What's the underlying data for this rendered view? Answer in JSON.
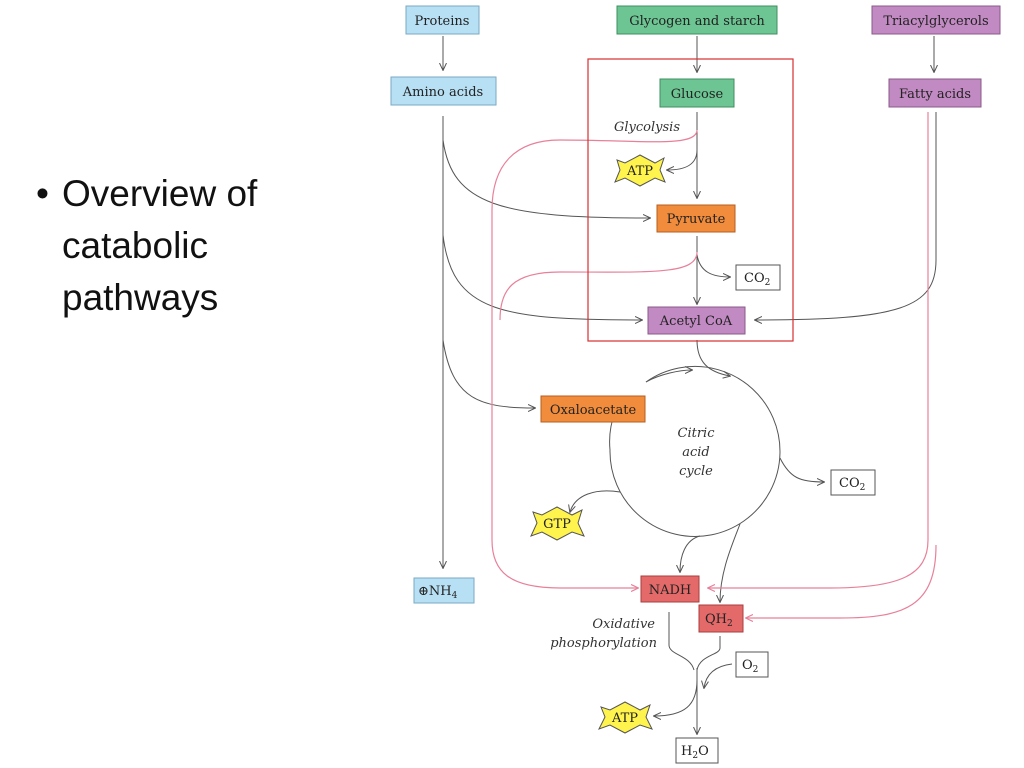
{
  "slide": {
    "bullet": "•",
    "text": "Overview of\ncatabolic\npathways"
  },
  "colors": {
    "blue": "#b8e0f4",
    "green": "#6cc592",
    "purple": "#c28ac2",
    "orange": "#f08c3c",
    "red": "#e46a6a",
    "yellow": "#fff34d",
    "highlight": "#d83030"
  },
  "diagram": {
    "proteins": "Proteins",
    "glycogen": "Glycogen and starch",
    "triacylglycerols": "Triacylglycerols",
    "amino_acids": "Amino acids",
    "glucose": "Glucose",
    "fatty_acids": "Fatty acids",
    "glycolysis": "Glycolysis",
    "atp": "ATP",
    "pyruvate": "Pyruvate",
    "co2": "CO",
    "co2_sub": "2",
    "acetyl_coa": "Acetyl CoA",
    "oxaloacetate": "Oxaloacetate",
    "citric_1": "Citric",
    "citric_2": "acid",
    "citric_3": "cycle",
    "gtp": "GTP",
    "nh4_prefix": "⊕",
    "nh4": "NH",
    "nh4_sub": "4",
    "nadh": "NADH",
    "qh2": "QH",
    "qh2_sub": "2",
    "oxidative_1": "Oxidative",
    "oxidative_2": "phosphorylation",
    "o2": "O",
    "o2_sub": "2",
    "h2o_h": "H",
    "h2o_sub": "2",
    "h2o_o": "O"
  }
}
